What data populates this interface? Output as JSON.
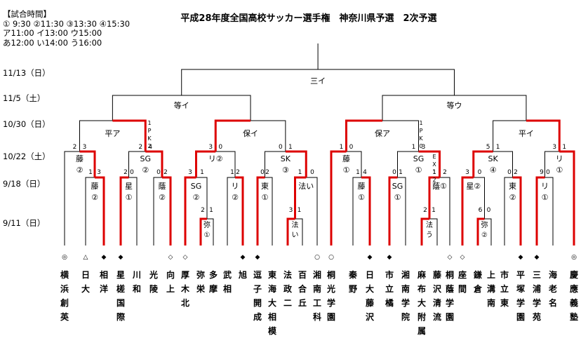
{
  "title": "平成28年度全国高校サッカー選手権　神奈川県予選　2次予選",
  "schedule": {
    "heading": "【試合時間】",
    "lines": [
      "① 9:30 ②11:30 ③13:30 ④15:30",
      "ア11:00 イ13:00 ウ15:00",
      "あ12:00 い14:00 う16:00"
    ]
  },
  "rounds": [
    {
      "date": "11/13（日）"
    },
    {
      "date": "11/5（土）"
    },
    {
      "date": "10/30（日）"
    },
    {
      "date": "10/22（土）"
    },
    {
      "date": "9/18（日）"
    },
    {
      "date": "9/11（日）"
    }
  ],
  "colors": {
    "winner": "#dd0000",
    "line": "#000000"
  },
  "teams": [
    {
      "name": "横浜創英",
      "mark": "◎"
    },
    {
      "name": "日大",
      "mark": "△"
    },
    {
      "name": "相洋",
      "mark": "◆"
    },
    {
      "name": "星槎国際",
      "mark": "◆"
    },
    {
      "name": "川和",
      "mark": ""
    },
    {
      "name": "光陵",
      "mark": ""
    },
    {
      "name": "向上",
      "mark": "◇"
    },
    {
      "name": "厚木北",
      "mark": "◇"
    },
    {
      "name": "弥栄",
      "mark": ""
    },
    {
      "name": "多摩",
      "mark": ""
    },
    {
      "name": "武相",
      "mark": ""
    },
    {
      "name": "旭",
      "mark": "◆"
    },
    {
      "name": "逗子開成",
      "mark": "◆"
    },
    {
      "name": "東海大相模",
      "mark": ""
    },
    {
      "name": "法政二",
      "mark": ""
    },
    {
      "name": "百合丘",
      "mark": ""
    },
    {
      "name": "湘南工科",
      "mark": "○"
    },
    {
      "name": "桐光学園",
      "mark": "○"
    },
    {
      "name": "秦野",
      "mark": ""
    },
    {
      "name": "日大藤沢",
      "mark": "◆"
    },
    {
      "name": "市立橘",
      "mark": "◆"
    },
    {
      "name": "湘南学院",
      "mark": ""
    },
    {
      "name": "麻布大附属",
      "mark": ""
    },
    {
      "name": "藤沢清流",
      "mark": ""
    },
    {
      "name": "桐蔭学園",
      "mark": "◇"
    },
    {
      "name": "座間",
      "mark": "◇"
    },
    {
      "name": "鎌倉",
      "mark": ""
    },
    {
      "name": "上溝南",
      "mark": ""
    },
    {
      "name": "市立東",
      "mark": ""
    },
    {
      "name": "平塚学園",
      "mark": "◆"
    },
    {
      "name": "三浦学苑",
      "mark": "◆"
    },
    {
      "name": "海老名",
      "mark": ""
    },
    {
      "name": "慶應義塾",
      "mark": "◎"
    }
  ],
  "matches": {
    "r1": [
      {
        "id": "弥①",
        "score_left": "2",
        "score_right": "1"
      },
      {
        "id": "法い",
        "score_left": "3",
        "score_right": "1"
      },
      {
        "id": "法う",
        "score_left": "2",
        "score_right": "1"
      },
      {
        "id": "弥②",
        "score_left": "6",
        "score_right": "0"
      }
    ],
    "r2": [
      {
        "id": "藤②",
        "score_left": "1",
        "score_right": "3"
      },
      {
        "id": "星①",
        "score_left": "2",
        "score_right": "0"
      },
      {
        "id": "蔭②",
        "score_left": "0",
        "score_right": "2"
      },
      {
        "id": "SG②",
        "score_left": "3",
        "score_right": "1"
      },
      {
        "id": "リ②",
        "score_left": "1",
        "score_right": "2"
      },
      {
        "id": "東①",
        "score_left": "0",
        "score_right": "2"
      },
      {
        "id": "法い",
        "score_left": "1",
        "score_right": "0"
      },
      {
        "id": "藤①",
        "score_left": "1",
        "score_right": "4"
      },
      {
        "id": "SG①",
        "score_left": "0",
        "score_right": "1"
      },
      {
        "id": "蔭①",
        "score_left": "1",
        "score_right": "2"
      },
      {
        "id": "星②",
        "score_left": "3",
        "score_right": "0"
      },
      {
        "id": "東②",
        "score_left": "0",
        "score_right": "2"
      },
      {
        "id": "リ①",
        "score_left": "9",
        "score_right": "0"
      }
    ],
    "r3": [
      {
        "id": "藤②",
        "score_left": "2",
        "score_right": "3"
      },
      {
        "id": "SG②",
        "score_left": "2",
        "score_right": "4"
      },
      {
        "id": "リ②",
        "score_left": "3",
        "score_right": "0"
      },
      {
        "id": "SK③",
        "score_left": "0",
        "score_right": "1"
      },
      {
        "id": "藤①",
        "score_left": "1",
        "score_right": "0"
      },
      {
        "id": "SG①",
        "score_left": "1",
        "score_right": "3"
      },
      {
        "id": "SK④",
        "score_left": "5",
        "score_right": "1"
      },
      {
        "id": "リ①",
        "score_left": "3",
        "score_right": "1"
      }
    ],
    "r4": [
      {
        "id": "平ア"
      },
      {
        "id": "保イ"
      },
      {
        "id": "保ア"
      },
      {
        "id": "平イ"
      }
    ],
    "r5": [
      {
        "id": "等イ"
      },
      {
        "id": "等ウ"
      }
    ],
    "final": {
      "id": "三イ"
    }
  },
  "pk_notes": [
    {
      "chars": [
        "1",
        "P",
        "K",
        "2"
      ]
    },
    {
      "chars": [
        "1",
        "P",
        "K",
        "0"
      ]
    },
    {
      "chars": [
        "E",
        "X",
        "1",
        "2"
      ]
    }
  ]
}
